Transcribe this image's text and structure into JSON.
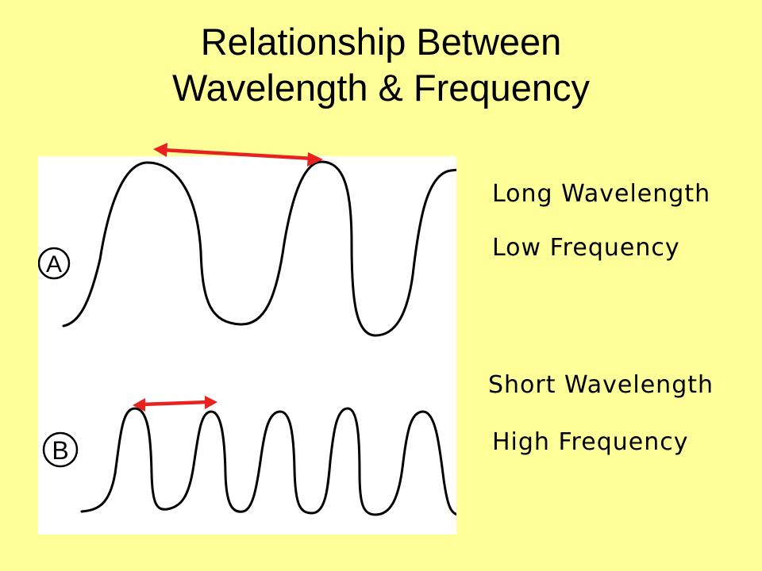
{
  "slide": {
    "background_color": "#FFFF99",
    "title_line_1": "Relationship Between",
    "title_line_2": "Wavelength & Frequency"
  },
  "figure": {
    "wave_a_marker": "A",
    "wave_b_marker": "B",
    "wave_color": "#000000",
    "arrow_color": "#E8231F"
  },
  "labels": {
    "wave_a_wavelength": "Long Wavelength",
    "wave_a_frequency": "Low Frequency",
    "wave_b_wavelength": "Short Wavelength",
    "wave_b_frequency": "High Frequency"
  }
}
